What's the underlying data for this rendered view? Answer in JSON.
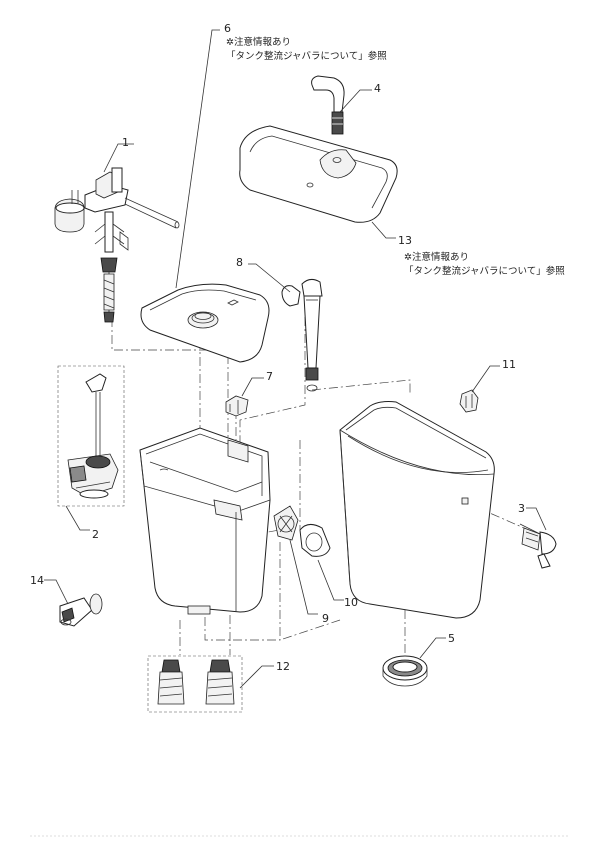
{
  "callouts": [
    {
      "id": "1",
      "text": "1"
    },
    {
      "id": "2",
      "text": "2"
    },
    {
      "id": "3",
      "text": "3"
    },
    {
      "id": "4",
      "text": "4"
    },
    {
      "id": "5",
      "text": "5"
    },
    {
      "id": "6",
      "text": "6"
    },
    {
      "id": "7",
      "text": "7"
    },
    {
      "id": "8",
      "text": "8"
    },
    {
      "id": "9",
      "text": "9"
    },
    {
      "id": "10",
      "text": "10"
    },
    {
      "id": "11",
      "text": "11"
    },
    {
      "id": "12",
      "text": "12"
    },
    {
      "id": "13",
      "text": "13"
    },
    {
      "id": "14",
      "text": "14"
    }
  ],
  "notes": {
    "part6": {
      "line1": "✲注意情報あり",
      "line2": "「タンク整流ジャバラについて」参照"
    },
    "part13": {
      "line1": "✲注意情報あり",
      "line2": "「タンク整流ジャバラについて」参照"
    }
  }
}
